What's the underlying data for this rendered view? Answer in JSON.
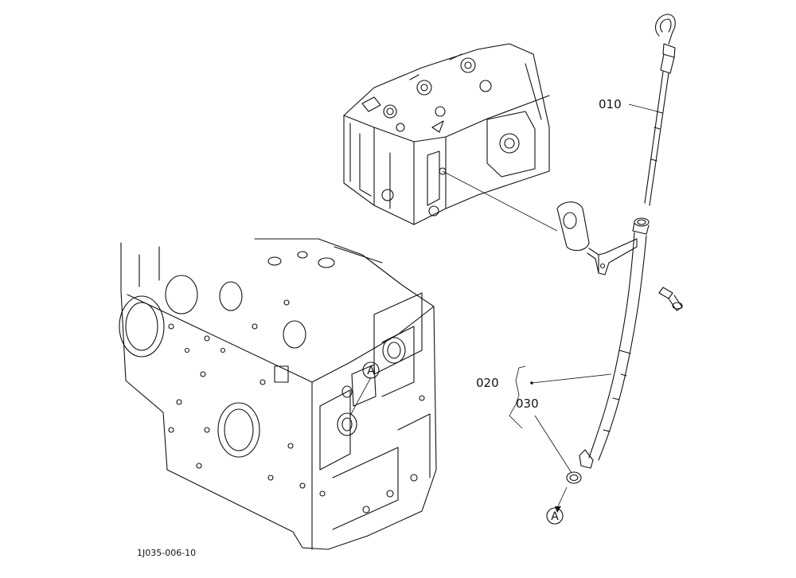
{
  "diagram": {
    "callouts": {
      "part_010": "010",
      "part_020": "020",
      "part_030": "030"
    },
    "section_marker_start": "A",
    "section_marker_end": "A",
    "figure_ref": "1J035-006-10"
  }
}
